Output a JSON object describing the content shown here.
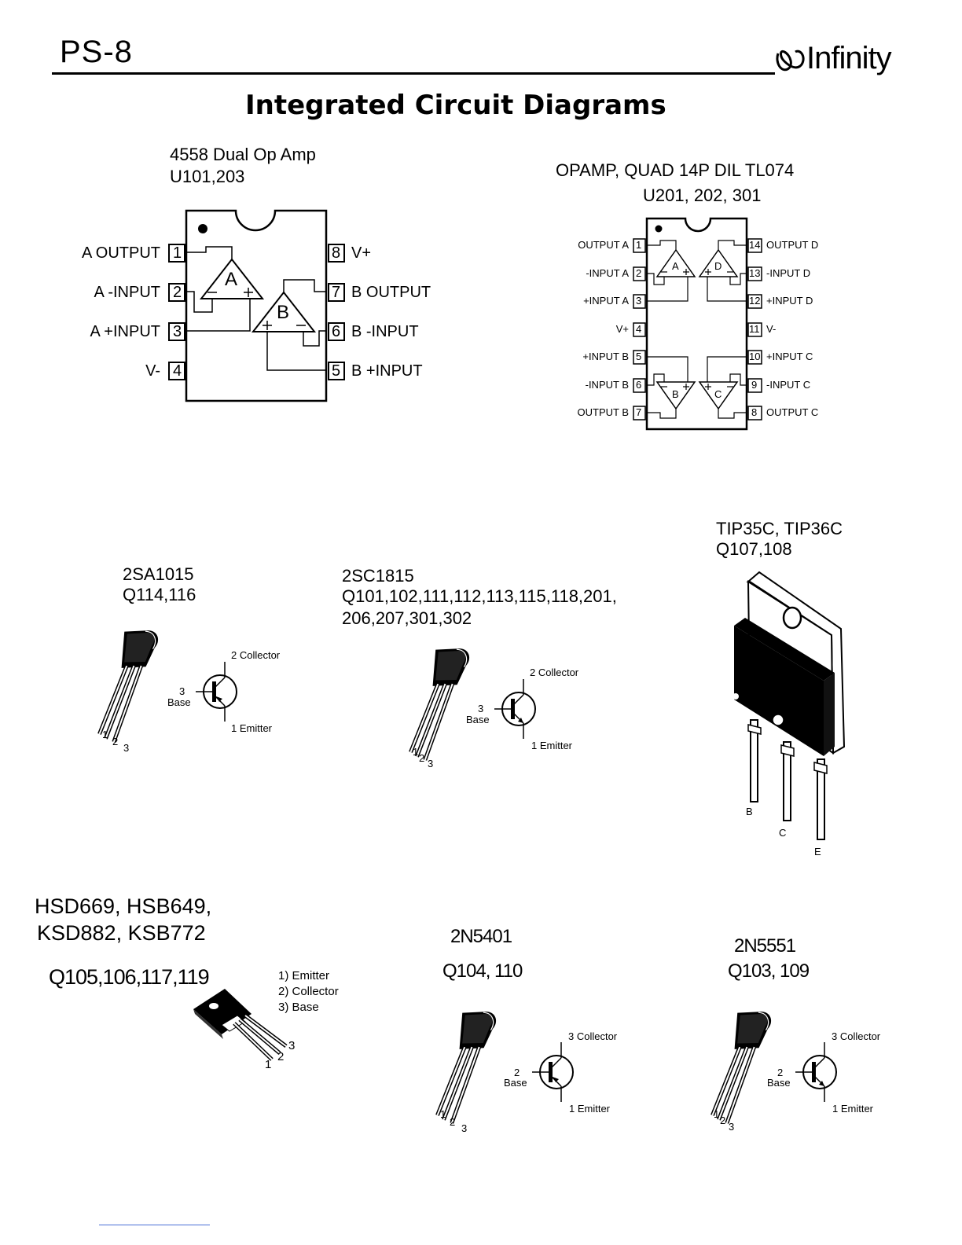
{
  "header": {
    "page_id": "PS-8",
    "brand": "Infinity",
    "title": "Integrated Circuit Diagrams"
  },
  "ic4558": {
    "title_line1": "4558 Dual Op Amp",
    "title_line2": "U101,203",
    "pins_left": [
      {
        "num": "1",
        "label": "A OUTPUT"
      },
      {
        "num": "2",
        "label": "A -INPUT"
      },
      {
        "num": "3",
        "label": "A +INPUT"
      },
      {
        "num": "4",
        "label": "V-"
      }
    ],
    "pins_right": [
      {
        "num": "8",
        "label": "V+"
      },
      {
        "num": "7",
        "label": "B OUTPUT"
      },
      {
        "num": "6",
        "label": "B -INPUT"
      },
      {
        "num": "5",
        "label": "B +INPUT"
      }
    ],
    "amp_a": "A",
    "amp_b": "B"
  },
  "tl074": {
    "title_line1": "OPAMP, QUAD 14P DIL TL074",
    "title_line2": "U201, 202, 301",
    "pins_left": [
      {
        "num": "1",
        "label": "OUTPUT A"
      },
      {
        "num": "2",
        "label": "-INPUT A"
      },
      {
        "num": "3",
        "label": "+INPUT A"
      },
      {
        "num": "4",
        "label": "V+"
      },
      {
        "num": "5",
        "label": "+INPUT B"
      },
      {
        "num": "6",
        "label": "-INPUT B"
      },
      {
        "num": "7",
        "label": "OUTPUT B"
      }
    ],
    "pins_right": [
      {
        "num": "14",
        "label": "OUTPUT D"
      },
      {
        "num": "13",
        "label": "-INPUT D"
      },
      {
        "num": "12",
        "label": "+INPUT D"
      },
      {
        "num": "11",
        "label": "V-"
      },
      {
        "num": "10",
        "label": "+INPUT C"
      },
      {
        "num": "9",
        "label": "-INPUT C"
      },
      {
        "num": "8",
        "label": "OUTPUT C"
      }
    ],
    "amps": [
      "A",
      "D",
      "B",
      "C"
    ]
  },
  "sa1015": {
    "name": "2SA1015",
    "refs": "Q114,116",
    "collector": "2 Collector",
    "base_num": "3",
    "base": "Base",
    "emitter": "1 Emitter",
    "leads": [
      "1",
      "2",
      "3"
    ]
  },
  "sc1815": {
    "name": "2SC1815",
    "refs_line1": "Q101,102,111,112,113,115,118,201,",
    "refs_line2": "206,207,301,302",
    "collector": "2 Collector",
    "base_num": "3",
    "base": "Base",
    "emitter": "1 Emitter",
    "leads": [
      "1",
      "2",
      "3"
    ]
  },
  "tip35": {
    "name": "TIP35C, TIP36C",
    "refs": "Q107,108",
    "leads": [
      "B",
      "C",
      "E"
    ]
  },
  "hsd669": {
    "name_line1": "HSD669, HSB649,",
    "name_line2": "KSD882, KSB772",
    "refs": "Q105,106,117,119",
    "pinout": [
      "1) Emitter",
      "2) Collector",
      "3) Base"
    ],
    "leads": [
      "1",
      "2",
      "3"
    ]
  },
  "n5401": {
    "name": "2N5401",
    "refs": "Q104, 110",
    "collector": "3 Collector",
    "base_num": "2",
    "base": "Base",
    "emitter": "1 Emitter",
    "leads": [
      "1",
      "2",
      "3"
    ]
  },
  "n5551": {
    "name": "2N5551",
    "refs": "Q103, 109",
    "collector": "3 Collector",
    "base_num": "2",
    "base": "Base",
    "emitter": "1 Emitter",
    "leads": [
      "1",
      "2",
      "3"
    ]
  }
}
